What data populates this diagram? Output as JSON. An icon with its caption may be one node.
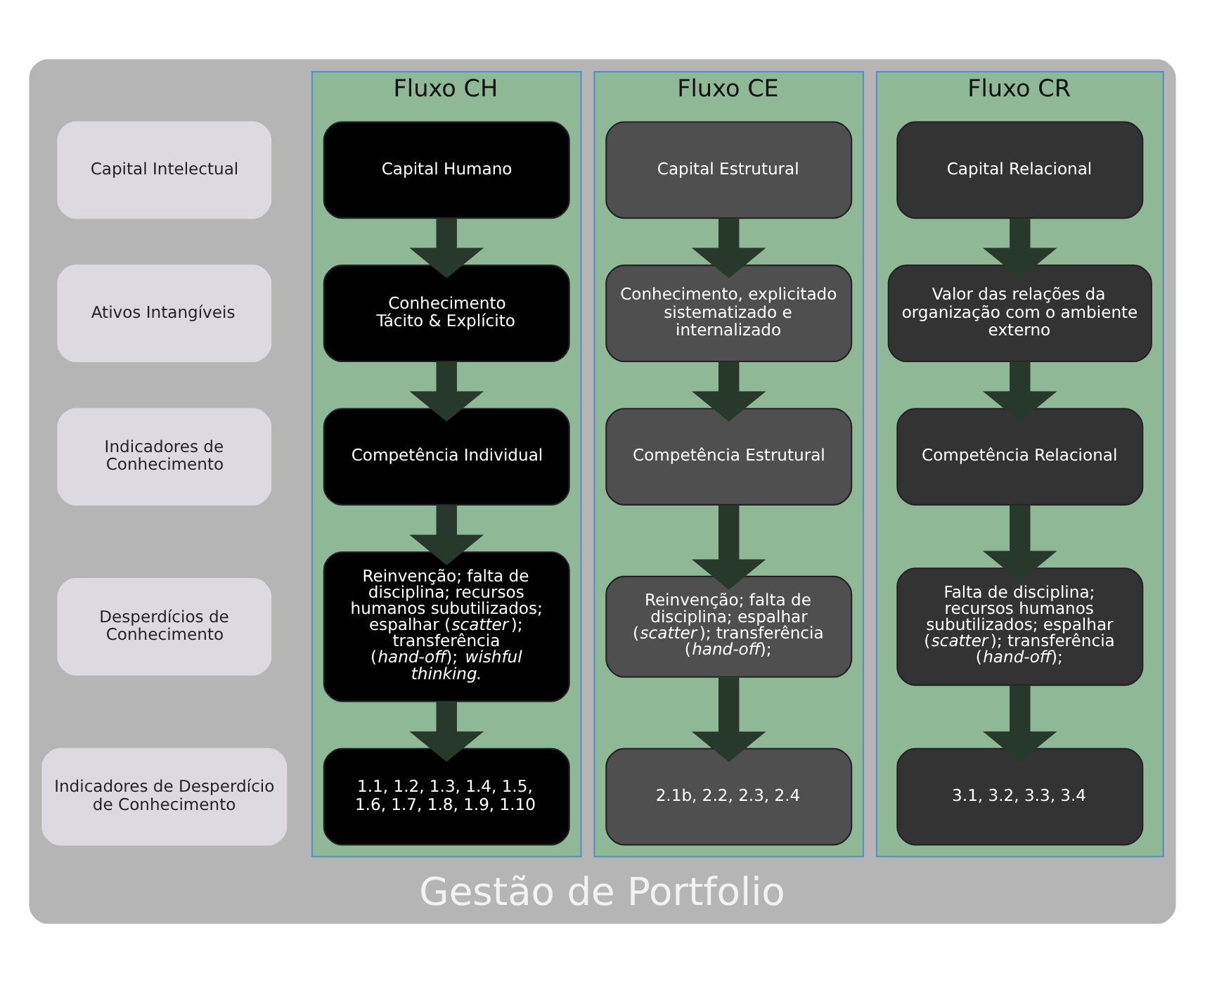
{
  "diagram": {
    "nodes": [
      {
        "text": [
          "Gestão de Portfolio"
        ]
      },
      {
        "text": [
          "Fluxo CH"
        ],
        "in": 0
      },
      {
        "text": [
          "Fluxo CE"
        ],
        "in": 0
      },
      {
        "text": [
          "Fluxo CR"
        ],
        "in": 0
      },
      {
        "text": [
          "Capital Intelectual"
        ],
        "in": 0
      },
      {
        "text": [
          "Ativos Intangíveis"
        ],
        "in": 0
      },
      {
        "text": [
          "Indicadores de Conhecimento"
        ],
        "in": 0
      },
      {
        "text": [
          "Desperdícios de Conhecimento"
        ],
        "in": 0
      },
      {
        "text": [
          "Indicadores de Desperdício de Conhecimento"
        ],
        "in": 0
      },
      {
        "text": [
          "Capital Humano"
        ],
        "in": 1
      },
      {
        "text": [
          "Conhecimento",
          "Tácito & Explícito"
        ],
        "in": 1
      },
      {
        "text": [
          "Competência Individual"
        ],
        "in": 1
      },
      {
        "text": [
          "Reinvenção; falta de disciplina; recursos humanos subutilizados; espalhar (*scatter*); transferência (*hand-off*); *wishful thinking*."
        ],
        "in": 1
      },
      {
        "text": [
          "1.1, 1.2, 1.3, 1.4, 1.5, 1.6, 1.7, 1.8, 1.9, 1.10"
        ],
        "in": 1
      },
      {
        "text": [
          "Capital Estrutural"
        ],
        "in": 2
      },
      {
        "text": [
          "Conhecimento, explicitado sistematizado e internalizado"
        ],
        "in": 2
      },
      {
        "text": [
          "Competência Estrutural"
        ],
        "in": 2
      },
      {
        "text": [
          "Reinvenção; falta de disciplina; espalhar (*scatter*); transferência (*hand-off*);"
        ],
        "in": 2
      },
      {
        "text": [
          "2.1b, 2.2, 2.3, 2.4"
        ],
        "in": 2
      },
      {
        "text": [
          "Capital Relacional"
        ],
        "in": 3
      },
      {
        "text": [
          "Valor das relações da organização com o ambiente externo"
        ],
        "in": 3
      },
      {
        "text": [
          "Competência Relacional"
        ],
        "in": 3
      },
      {
        "text": [
          "Falta de disciplina; recursos humanos subutilizados; espalhar (*scatter*); transferência (*hand-off*);"
        ],
        "in": 3
      },
      {
        "text": [
          "3.1, 3.2, 3.3, 3.4"
        ],
        "in": 3
      }
    ],
    "edges": [
      {
        "from": 9,
        "to": 10,
        "arrow": "to"
      },
      {
        "from": 10,
        "to": 11,
        "arrow": "to"
      },
      {
        "from": 11,
        "to": 12,
        "arrow": "to"
      },
      {
        "from": 12,
        "to": 13,
        "arrow": "to"
      },
      {
        "from": 14,
        "to": 15,
        "arrow": "to"
      },
      {
        "from": 15,
        "to": 16,
        "arrow": "to"
      },
      {
        "from": 16,
        "to": 17,
        "arrow": "to"
      },
      {
        "from": 17,
        "to": 18,
        "arrow": "to"
      },
      {
        "from": 19,
        "to": 20,
        "arrow": "to"
      },
      {
        "from": 20,
        "to": 21,
        "arrow": "to"
      },
      {
        "from": 21,
        "to": 22,
        "arrow": "to"
      },
      {
        "from": 22,
        "to": 23,
        "arrow": "to"
      }
    ]
  }
}
